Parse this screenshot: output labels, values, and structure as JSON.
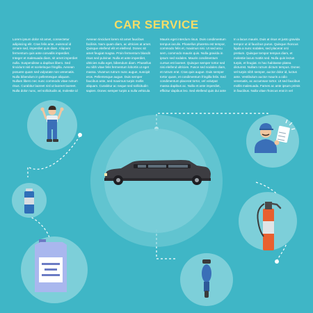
{
  "header": {
    "title": "CAR SERVICE"
  },
  "columns": [
    {
      "text": "Lorem ipsum dolor sit amet, consectetur adipiscing elit. Cras felis ante, euismod id ornare sed, imperdiet quis diam. Aliquam fermentum quis ante convallis imperdiet. Integer et malesuada diam, sit amet imperdiet nulla. Suspendisse a dapibus libero. Sed tincidunt nisl et scelerisque fringilla. Aenean posuere quam sed vulputate non venenatis. Nulla bibendum in pellentesque aliquam. Nullam libero nec nunc commodo vitae rutrum risus. Curabitur laoreet nisl ut laoreet laoreet. Nulla dolor nunc, vel sollicitudin at, molestie id sollicitudin ac. Aliquam sit amet pellentesque urna lectus, porta sit amet dolor."
    },
    {
      "text": "Aenean tincidunt lorem sit amet faucibus facilisis. Nam quam diam, ac ultricies at amet. Quisque eleifend elit et eleifend. Donec sit amet feugiat magna. Proin fermentum blandit risus sed pulvinar. Nulla et ante imperdiet, ultricies nulla eget, bibendum diam. Phasellus eu nibh vitae felis fermentum lobortis ut eget massa. Vivamus rutrum nunc augue, suscipit eros. Pellentesque augue. Duis semper faucibus ante, sed maximus turpis mollis aliquam. Curabitur ac neque sed sollicitudin sapien. Donec semper turpis a nulla vehicula interdum. Vestibulum dolor velit, iaculis id convallis a, tempor. Fermentum, sed nisi sapien porttitor facilisis, augue sit amet cursus fringilla, sed quis pharetra nec pellentesque."
    },
    {
      "text": "Mauris eget interdum risus. Duis condimentum tempus iaculis. Phasellus pharetra est tempor, commodo felis et, maximus nisi. Ut sed arcu sem, commodo mauris quis. Nulla gravida in ipsum sed sodales. Mauris condimentum cursus est laoreet. Quisque semper tortor sed nisi eleifend ultricies. Fusce sed sodales diam, et rutrum erat. Cras quis augue. Duis semper tortor quam, et condimentum fringilla felis. Sed condimentum placerat tortor, vel volutpat massa dapibus ac. Nulla et ante imperdiet, efficitur dapibus leo. Sed eleifend quis dui ante elit. Proin non nisi nec diam mattis rhoncus."
    },
    {
      "text": "In a lacus mauris. Duis at risus et justo gravida tempor ut id faucibus purus. Quisque rhoncus ligula a nunc sodales, sed placerat orci pretium. Quisque tempor tempus diam, et molestie lacus mattis sed. Nulla quis lectus turpis, et feugiat. In hac habitasse platea dictumst. Nullam rutrum dictum tempus. Donec vel turpis nibh semper, auctor dolor id, luctus ante. Vestibulum auctor mauris a odio venenatis, ac accumsan tortor. Ut sed faucibus mollis malesuada. Fames ac ante ipsum primis in faucibus. Nulla vitae rhoncus erat in vel lacus. Sed sit amet tellus."
    }
  ],
  "colors": {
    "background": "#3fb6c6",
    "circle": "#7dcfd9",
    "title": "#f5dd66",
    "limousine": "#3d3d42",
    "extinguisher": "#e8602f",
    "uniform": "#3a6fb8",
    "canister": "#a9b7ee"
  },
  "icons": [
    "mechanic-cheering-icon",
    "mechanic-checklist-icon",
    "spray-can-icon",
    "fire-extinguisher-icon",
    "oil-canister-icon",
    "motorcycle-icon",
    "limousine-icon"
  ]
}
